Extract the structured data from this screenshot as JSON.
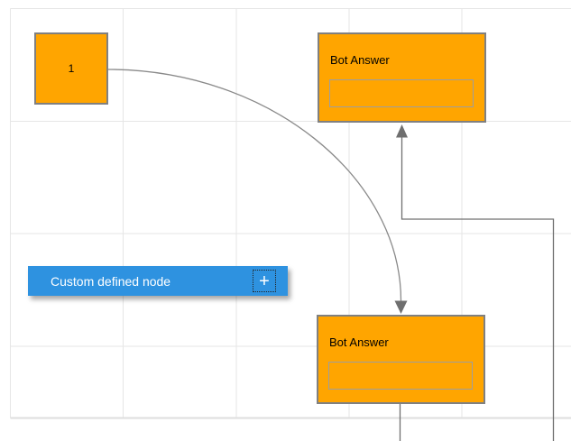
{
  "colors": {
    "canvas_bg": "#FFFFFF",
    "grid_line": "#E6E6E6",
    "grid_edge": "#DEDEDE",
    "node_fill": "#FFA500",
    "node_border": "#808080",
    "inner_box_border": "#9E9E9E",
    "custom_node_fill": "#2E92E0",
    "connector": "#6F6F6F",
    "curve": "#8A8A8A"
  },
  "nodes": {
    "start_node": {
      "label": "1"
    },
    "bot_answer_top": {
      "title": "Bot Answer"
    },
    "bot_answer_bottom": {
      "title": "Bot Answer"
    },
    "custom_node": {
      "label": "Custom defined node",
      "plus_icon": "+"
    }
  }
}
